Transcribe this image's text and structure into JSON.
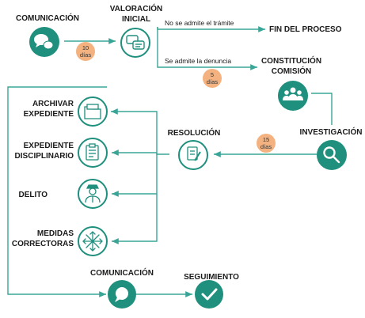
{
  "colors": {
    "teal": "#1f8f7e",
    "teal_dark": "#157464",
    "line": "#3aa597",
    "badge": "#f3b27f",
    "text": "#1a1a1a"
  },
  "nodes": {
    "comunicacion_top": {
      "label": "COMUNICACIÓN",
      "icon": "chat-bubbles-icon"
    },
    "valoracion": {
      "label_line1": "VALORACIÓN",
      "label_line2": "INICIAL",
      "icon": "chat-bubbles-outline-icon"
    },
    "fin": {
      "label": "FIN DEL PROCESO"
    },
    "constitucion": {
      "label_line1": "CONSTITUCIÓN",
      "label_line2": "COMISIÓN",
      "icon": "people-group-icon"
    },
    "investigacion": {
      "label": "INVESTIGACIÓN",
      "icon": "magnifier-icon"
    },
    "resolucion": {
      "label": "RESOLUCIÓN",
      "icon": "document-pen-icon"
    },
    "archivar": {
      "label_line1": "ARCHIVAR",
      "label_line2": "EXPEDIENTE",
      "icon": "folder-icon"
    },
    "expediente": {
      "label_line1": "EXPEDIENTE",
      "label_line2": "DISCIPLINARIO",
      "icon": "clipboard-icon"
    },
    "delito": {
      "label": "DELITO",
      "icon": "police-officer-icon"
    },
    "medidas": {
      "label_line1": "MEDIDAS",
      "label_line2": "CORRECTORAS",
      "icon": "arrows-out-icon"
    },
    "comunicacion_bottom": {
      "label": "COMUNICACIÓN",
      "icon": "chat-bubble-icon"
    },
    "seguimiento": {
      "label": "SEGUIMIENTO",
      "icon": "checkmark-icon"
    }
  },
  "edges": {
    "no_admite": "No se admite el trámite",
    "se_admite": "Se admite la denuncia"
  },
  "badges": {
    "b10": {
      "line1": "10",
      "line2": "días"
    },
    "b5": {
      "line1": "5",
      "line2": "días"
    },
    "b15": {
      "line1": "15",
      "line2": "días"
    }
  }
}
